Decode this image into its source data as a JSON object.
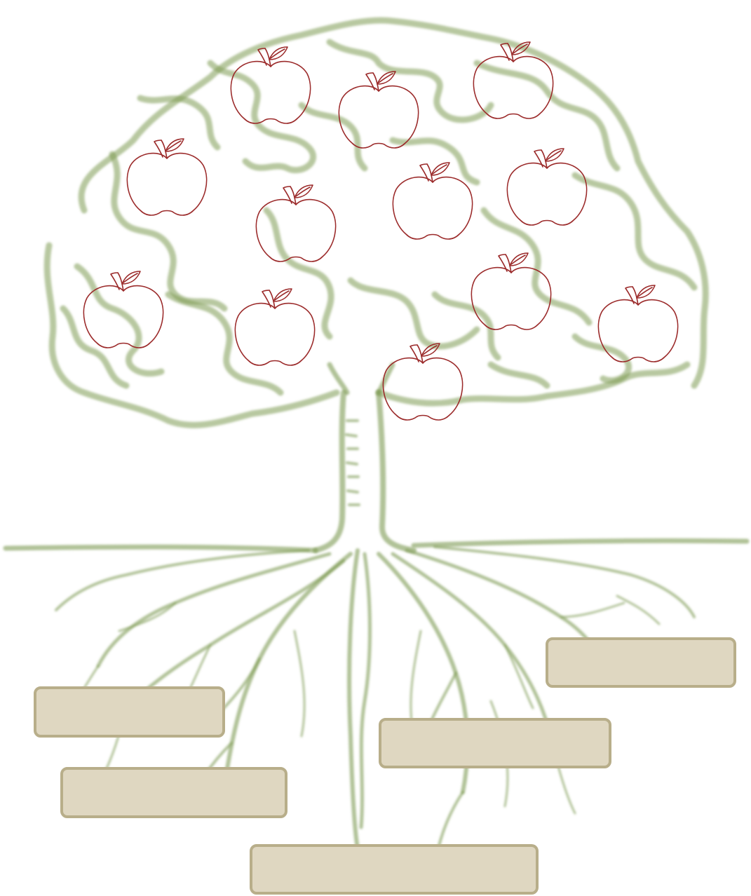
{
  "diagram": {
    "fruit_count": 12,
    "root_label_count": 5
  },
  "labels": [
    {
      "id": "root-label-top-right",
      "text": ""
    },
    {
      "id": "root-label-left-upper",
      "text": ""
    },
    {
      "id": "root-label-middle",
      "text": ""
    },
    {
      "id": "root-label-left-lower",
      "text": ""
    },
    {
      "id": "root-label-bottom",
      "text": ""
    }
  ],
  "colors": {
    "tree": "#7d9a52",
    "apple_outline": "#9b2a2a",
    "label_fill": "#dfd7c1",
    "label_border": "#b8ae8a",
    "background": "#ffffff"
  },
  "icons": [
    "apple-icon",
    "tree-drawing"
  ]
}
